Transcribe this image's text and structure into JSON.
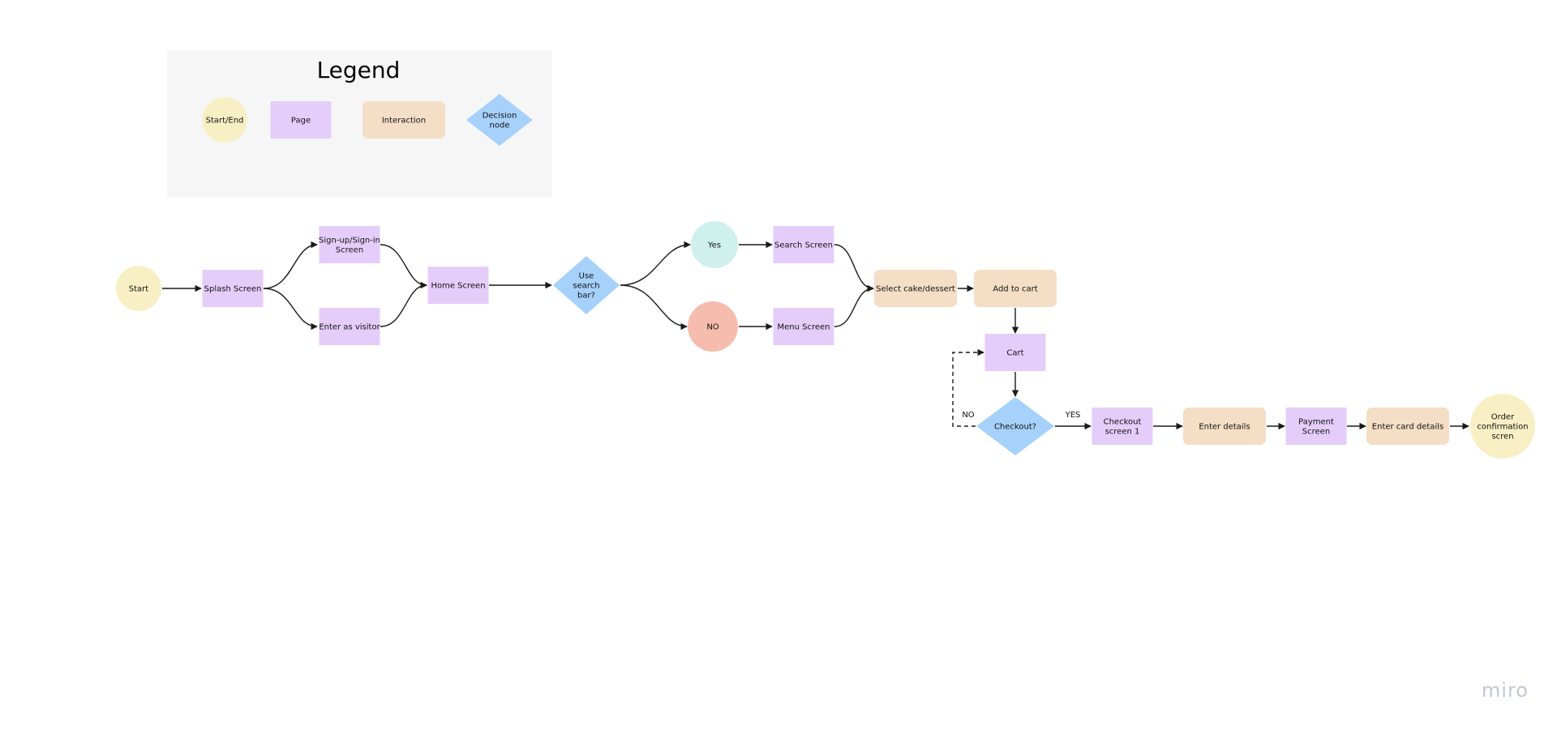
{
  "colors": {
    "start_end": "#f8f0c4",
    "page": "#e5cdfa",
    "interaction": "#f4dec5",
    "decision": "#a6d1fa",
    "yes_node": "#d0f0ee",
    "no_node": "#f6bcad",
    "legend_bg": "#f6f6f6",
    "line": "#1a1a1a",
    "logo": "#c3c6d6"
  },
  "legend": {
    "title": "Legend",
    "items": [
      {
        "id": "legend-start-end",
        "shape": "circle",
        "kind": "start_end",
        "lines": [
          "Start/End"
        ]
      },
      {
        "id": "legend-page",
        "shape": "rect",
        "kind": "page",
        "lines": [
          "Page"
        ]
      },
      {
        "id": "legend-interaction",
        "shape": "rounded",
        "kind": "interaction",
        "lines": [
          "Interaction"
        ]
      },
      {
        "id": "legend-decision",
        "shape": "diamond",
        "kind": "decision",
        "lines": [
          "Decision",
          "node"
        ]
      }
    ]
  },
  "nodes": [
    {
      "id": "start",
      "shape": "circle",
      "kind": "start_end",
      "lines": [
        "Start"
      ]
    },
    {
      "id": "splash",
      "shape": "rect",
      "kind": "page",
      "lines": [
        "Splash Screen"
      ]
    },
    {
      "id": "signup",
      "shape": "rect",
      "kind": "page",
      "lines": [
        "Sign-up/Sign-in",
        "Screen"
      ]
    },
    {
      "id": "visitor",
      "shape": "rect",
      "kind": "page",
      "lines": [
        "Enter as visitor"
      ]
    },
    {
      "id": "home",
      "shape": "rect",
      "kind": "page",
      "lines": [
        "Home Screen"
      ]
    },
    {
      "id": "use-search",
      "shape": "diamond",
      "kind": "decision",
      "lines": [
        "Use",
        "search",
        "bar?"
      ]
    },
    {
      "id": "yes",
      "shape": "circle",
      "kind": "yes_node",
      "lines": [
        "Yes"
      ]
    },
    {
      "id": "no",
      "shape": "circle",
      "kind": "no_node",
      "lines": [
        "NO"
      ]
    },
    {
      "id": "search-screen",
      "shape": "rect",
      "kind": "page",
      "lines": [
        "Search Screen"
      ]
    },
    {
      "id": "menu-screen",
      "shape": "rect",
      "kind": "page",
      "lines": [
        "Menu Screen"
      ]
    },
    {
      "id": "select-cake",
      "shape": "rounded",
      "kind": "interaction",
      "lines": [
        "Select cake/dessert"
      ]
    },
    {
      "id": "add-to-cart",
      "shape": "rounded",
      "kind": "interaction",
      "lines": [
        "Add to cart"
      ]
    },
    {
      "id": "cart",
      "shape": "rect",
      "kind": "page",
      "lines": [
        "Cart"
      ]
    },
    {
      "id": "checkout",
      "shape": "diamond",
      "kind": "decision",
      "lines": [
        "Checkout?"
      ]
    },
    {
      "id": "checkout-screen-1",
      "shape": "rect",
      "kind": "page",
      "lines": [
        "Checkout",
        "screen 1"
      ]
    },
    {
      "id": "enter-details",
      "shape": "rounded",
      "kind": "interaction",
      "lines": [
        "Enter details"
      ]
    },
    {
      "id": "payment-screen",
      "shape": "rect",
      "kind": "page",
      "lines": [
        "Payment",
        "Screen"
      ]
    },
    {
      "id": "enter-card-details",
      "shape": "rounded",
      "kind": "interaction",
      "lines": [
        "Enter card details"
      ]
    },
    {
      "id": "order-confirmation",
      "shape": "circle",
      "kind": "start_end",
      "lines": [
        "Order",
        "confirmation",
        "scren"
      ]
    }
  ],
  "edges": [
    {
      "id": "start-splash",
      "from": "start",
      "to": "splash"
    },
    {
      "id": "splash-signup",
      "from": "splash",
      "to": "signup"
    },
    {
      "id": "splash-visitor",
      "from": "splash",
      "to": "visitor"
    },
    {
      "id": "signup-home",
      "from": "signup",
      "to": "home"
    },
    {
      "id": "visitor-home",
      "from": "visitor",
      "to": "home"
    },
    {
      "id": "home-use-search",
      "from": "home",
      "to": "use-search"
    },
    {
      "id": "use-search-yes",
      "from": "use-search",
      "to": "yes"
    },
    {
      "id": "use-search-no",
      "from": "use-search",
      "to": "no"
    },
    {
      "id": "yes-search-screen",
      "from": "yes",
      "to": "search-screen"
    },
    {
      "id": "no-menu-screen",
      "from": "no",
      "to": "menu-screen"
    },
    {
      "id": "search-screen-select-cake",
      "from": "search-screen",
      "to": "select-cake"
    },
    {
      "id": "menu-screen-select-cake",
      "from": "menu-screen",
      "to": "select-cake"
    },
    {
      "id": "select-cake-add-to-cart",
      "from": "select-cake",
      "to": "add-to-cart"
    },
    {
      "id": "add-to-cart-cart",
      "from": "add-to-cart",
      "to": "cart"
    },
    {
      "id": "cart-checkout",
      "from": "cart",
      "to": "checkout"
    },
    {
      "id": "checkout-cart-no",
      "from": "checkout",
      "to": "cart",
      "label": "NO",
      "dashed": true
    },
    {
      "id": "checkout-checkout-screen-1",
      "from": "checkout",
      "to": "checkout-screen-1",
      "label": "YES"
    },
    {
      "id": "checkout-screen-1-enter-details",
      "from": "checkout-screen-1",
      "to": "enter-details"
    },
    {
      "id": "enter-details-payment-screen",
      "from": "enter-details",
      "to": "payment-screen"
    },
    {
      "id": "payment-screen-enter-card-details",
      "from": "payment-screen",
      "to": "enter-card-details"
    },
    {
      "id": "enter-card-details-order-confirmation",
      "from": "enter-card-details",
      "to": "order-confirmation"
    }
  ],
  "branding": {
    "logo_text": "miro"
  }
}
